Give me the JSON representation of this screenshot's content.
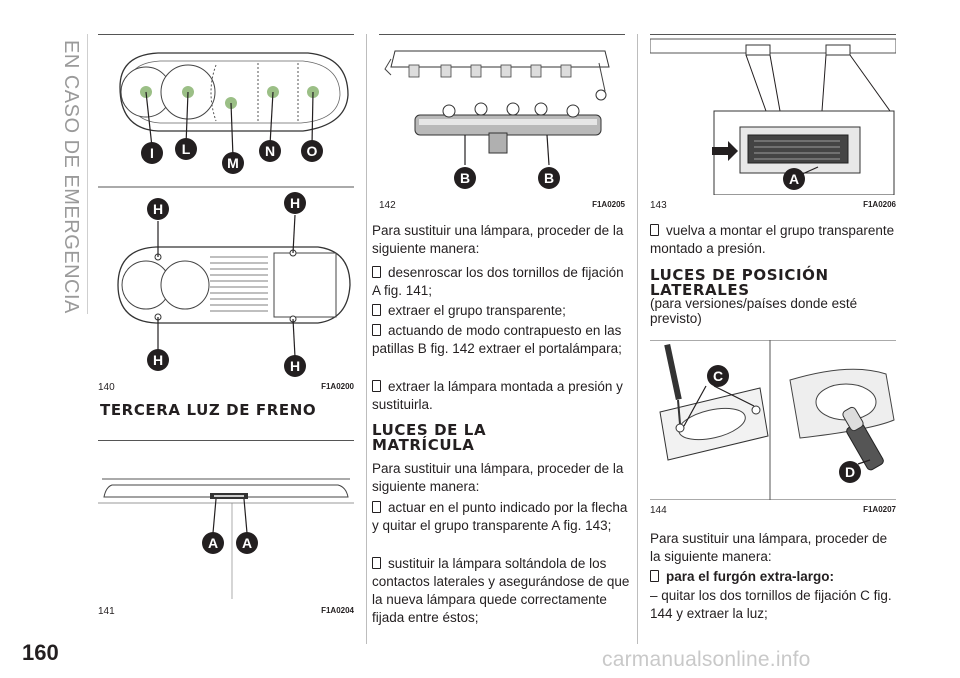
{
  "page": {
    "side_title": "EN CASO DE EMERGENCIA",
    "page_number": "160",
    "watermark": "carmanualsonline.info"
  },
  "figures": {
    "f140": {
      "number": "140",
      "code": "F1A0200",
      "labels_top": [
        "I",
        "L",
        "M",
        "N",
        "O"
      ],
      "labels_bottom": [
        "H",
        "H",
        "H",
        "H"
      ]
    },
    "f141": {
      "number": "141",
      "code": "F1A0204",
      "labels": [
        "A",
        "A"
      ]
    },
    "f142": {
      "number": "142",
      "code": "F1A0205",
      "labels": [
        "B",
        "B"
      ]
    },
    "f143": {
      "number": "143",
      "code": "F1A0206",
      "labels": [
        "A"
      ]
    },
    "f144": {
      "number": "144",
      "code": "F1A0207",
      "labels": [
        "C",
        "D"
      ]
    }
  },
  "col1": {
    "heading": "TERCERA LUZ DE FRENO"
  },
  "col2": {
    "intro": "Para sustituir una lámpara, proceder de la siguiente manera:",
    "steps": [
      "desenroscar los dos tornillos de fijación A fig. 141;",
      "extraer el grupo transparente;",
      "actuando de modo contrapuesto en las patillas B fig. 142 extraer el portalámpara;",
      "extraer la lámpara montada a presión y sustituirla."
    ],
    "heading2_line1": "LUCES DE LA",
    "heading2_line2": "MATRÍCULA",
    "intro2": "Para sustituir una lámpara, proceder de la siguiente manera:",
    "steps2": [
      "actuar en el punto indicado por la flecha y quitar el grupo transparente A fig. 143;",
      "sustituir la lámpara soltándola de los contactos laterales y asegurándose de que la nueva lámpara quede correctamente fijada entre éstos;"
    ]
  },
  "col3": {
    "step_top": "vuelva a montar el grupo transparente montado a presión.",
    "heading_line1": "LUCES DE POSICIÓN",
    "heading_line2": "LATERALES",
    "note": "(para versiones/países donde esté previsto)",
    "intro": "Para sustituir una lámpara, proceder de la siguiente manera:",
    "bold_step": "para el furgón extra-largo:",
    "dash_step": "– quitar los dos tornillos de fijación C fig. 144 y extraer la luz;"
  },
  "colors": {
    "label_bg": "#231f20",
    "text": "#231f20",
    "side_title": "#9a9a9a"
  }
}
